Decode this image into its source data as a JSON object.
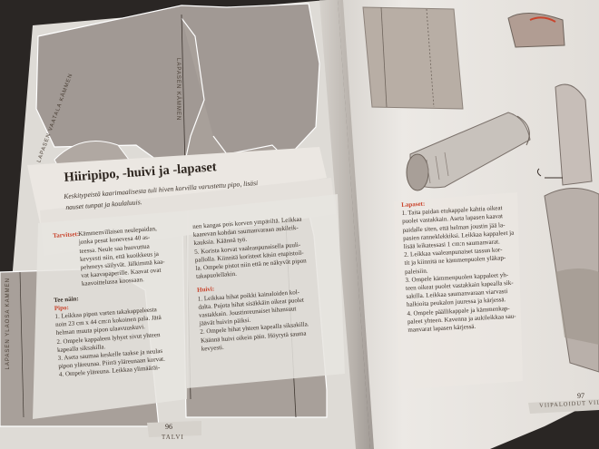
{
  "left_page": {
    "title": "Hiiripipo, -huivi ja -lapaset",
    "intro_1": "Keskitypeistä kaarimaalisesta tuli hiven korvilla varustettu pipo, lisäsi",
    "intro_2": "nauset tunpat ja koulaluuis.",
    "tarvitset_label": "Tarvitset:",
    "tarvitset_lines": [
      "Kämmenvillaisen neulepaidan,",
      "jonka pesut konevesa 40 as-",
      "teessa. Neule saa huovuttua",
      "kevyesti niin, että kuoikkeus ja",
      "pehmeys säilyvät. Jälkimmä kaa-",
      "vat kaavapaperille. Kaavat ovat",
      "kaavoittelussa koossaan."
    ],
    "tee_label": "Tee näin:",
    "pipo_label": "Pipo:",
    "pipo_lines": [
      "1. Leikkaa pipon varten takakappaleesta",
      "noin 23 cm x 44 cm:n kokoinen pala. Jätä",
      "helman muuta pipon ulaavuuskuvi.",
      "2. Ompele kappaleen lyhyet sivut yhteen",
      "kapealla siksakilla.",
      "3. Aseta saumaa keskelle taakse ja neulas",
      "pipon yläreunaa. Piirrä yläreunaan korvat.",
      "4. Ompele yläreuna. Leikkaa ylimääräi-"
    ],
    "col2_lines": [
      "nen kangas pois korven ympäriltä. Leikkaa",
      "kaarevan kohdan saumanvaraan aukileik-",
      "kauksia. Käännä työ.",
      "5. Korista korvat vaaleanpunaisella puuli-",
      "pallolla. Kiinnitä koristeet käsin etupistoil-",
      "la. Ompele pistot niin että ne näkyvät pipon",
      "takapuolellakin."
    ],
    "huivi_label": "Huivi:",
    "huivi_lines": [
      "1. Leikkaa hihat poikki kainaloiden kol-",
      "dalta. Pujota hihat sisäkkäin oikeat puolet",
      "vastakkain. Joustinreunaiset hihansuut",
      "jäävät huivin päiksi.",
      "2. Ompele hihat yhteen kapealla siksakilla.",
      "Käännä huivi oikein päin. Höyrytä sauma",
      "kevyesti."
    ],
    "page_number": "96",
    "footer": "TALVI",
    "pattern_label_top": "LAPASEN VAATALA KÄMMEN",
    "pattern_label_side": "LAPASEN YLÄOSA KÄMMEN",
    "pattern_label_mid": "LAPASEN KÄMMEN"
  },
  "right_page": {
    "lapaset_label": "Lapaset:",
    "lapaset_lines": [
      "1. Taita paidan etukappale kahtia oikeat",
      "puolet vastakkain. Aseta lapasen kaavat",
      "paidalle siten, että helman joustin jää la-",
      "pasien ranneklekkiksi. Leikkaa kappaleet ja",
      "lisää leikatessasi 1 cm:n saumanvarat.",
      "2. Leikkaa vaaleanpunaiset tassun kor-",
      "tit ja kiinnitä ne kämmenpuolen yläkap-",
      "paleisiin.",
      "3. Ompele kämmenpuolen kappaleet yh-",
      "teen oikeat puolet vastakkain kapealla sik-",
      "sakilla. Leikkaa saumanvaraan viarvasti",
      "halkioita peukalon juuressa ja kärjessä.",
      "4. Ompele päällikappale ja kämmenkap-",
      "paleet yhteen. Kavenna ja aukileikkaa sau-",
      "manvarat lapasen kärjessä."
    ],
    "page_number": "97",
    "footer": "VIIPALOIDUT VILLAT"
  },
  "colors": {
    "page": "#e4e1dc",
    "pattern_grey": "#a19994",
    "title_band": "#ece8e3",
    "accent_red": "#c9442c"
  }
}
